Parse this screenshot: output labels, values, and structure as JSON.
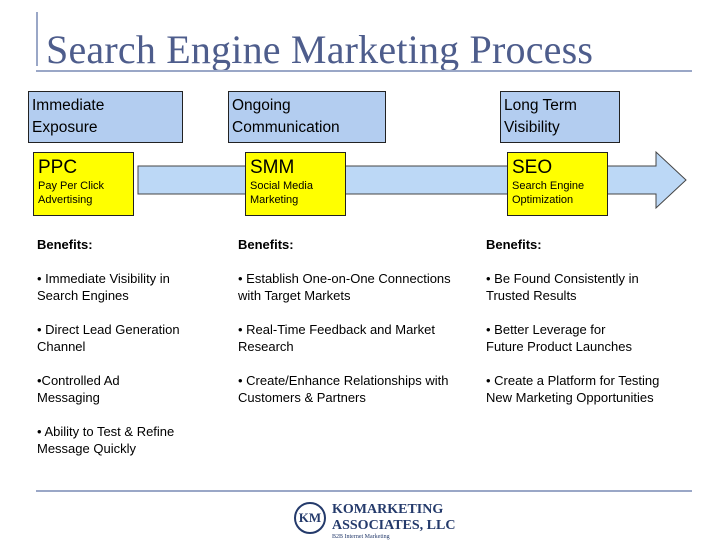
{
  "slide": {
    "title": "Search Engine Marketing Process"
  },
  "stages": [
    {
      "label_line1": "Immediate",
      "label_line2": "Exposure",
      "abbr": "PPC",
      "name": "Pay Per Click Advertising",
      "benefits_heading": "Benefits:",
      "benefits": [
        "• Immediate Visibility in Search Engines",
        "• Direct Lead Generation Channel",
        "•Controlled Ad Messaging",
        "• Ability to Test & Refine Message Quickly"
      ]
    },
    {
      "label_line1": "Ongoing",
      "label_line2": "Communication",
      "abbr": "SMM",
      "name": "Social Media Marketing",
      "benefits_heading": "Benefits:",
      "benefits": [
        "• Establish One-on-One Connections with Target Markets",
        "• Real-Time Feedback and Market Research",
        "• Create/Enhance Relationships with Customers & Partners"
      ]
    },
    {
      "label_line1": "Long Term",
      "label_line2": "Visibility",
      "abbr": "SEO",
      "name": "Search Engine Optimization",
      "benefits_heading": "Benefits:",
      "benefits": [
        "• Be Found Consistently in Trusted Results",
        "• Better Leverage for Future Product Launches",
        "• Create a Platform for Testing New Marketing Opportunities"
      ]
    }
  ],
  "logo": {
    "mark": "KM",
    "line1": "KOMARKETING",
    "line2": "ASSOCIATES, LLC",
    "tagline": "B2B Internet Marketing"
  },
  "colors": {
    "title": "#4e5d8c",
    "label_box": "#b3cdf0",
    "stage_box": "#ffff00",
    "arrow": "#bcd8f6",
    "rule": "#9aa7c7",
    "logo": "#243a6b"
  },
  "icons": {
    "timeline": "arrow-right-icon",
    "logo": "km-logo-icon"
  }
}
